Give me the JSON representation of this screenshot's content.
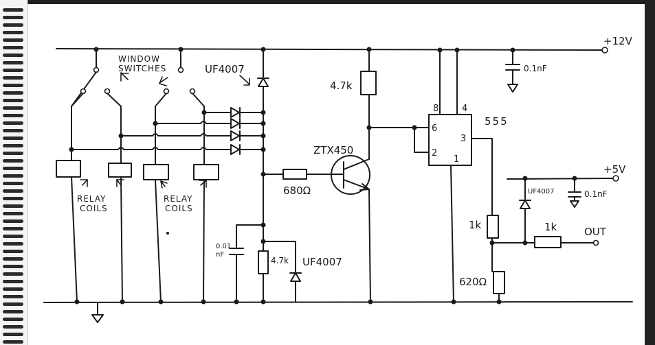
{
  "labels": {
    "window_switches": [
      "WINDOW",
      "SWITCHES"
    ],
    "relay_coils_1": [
      "RELAY",
      "COILS"
    ],
    "relay_coils_2": [
      "RELAY",
      "COILS"
    ],
    "diode_top": "UF4007",
    "diode_bottom": "UF4007",
    "diode_output": "UF4007",
    "supply_12v": "+12V",
    "supply_5v": "+5V",
    "cap_top": "0.1nF",
    "cap_5v": "0.1nF",
    "cap_low": [
      "0.01",
      "nF"
    ],
    "r_collector": "4.7k",
    "r_base": "680Ω",
    "r_emitter": "4.7k",
    "transistor": "ZTX450",
    "ic": "555",
    "ic_pins": {
      "p8": "8",
      "p4": "4",
      "p6": "6",
      "p2": "2",
      "p3": "3",
      "p1": "1"
    },
    "r_div_top": "1k",
    "r_div_bottom": "620Ω",
    "r_out": "1k",
    "out": "OUT"
  },
  "colors": {
    "ink": "#1a1a1a",
    "paper": "#ffffff",
    "binding": "#1f1f1f"
  }
}
